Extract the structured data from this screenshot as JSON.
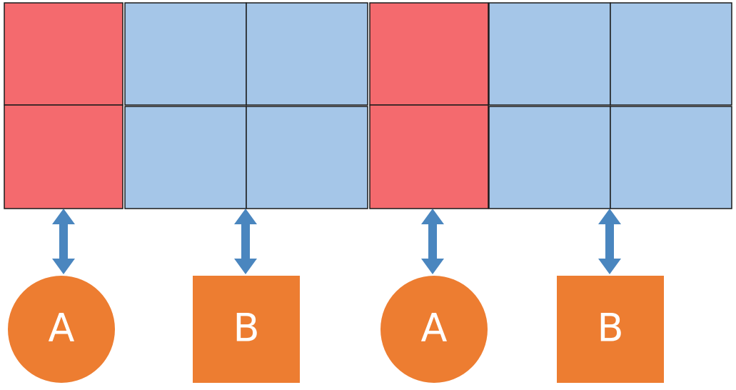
{
  "colors": {
    "red_cell": "#F46A6E",
    "blue_cell": "#A5C6E8",
    "cell_border": "#1A1A1A",
    "arrow": "#4A86BF",
    "node_fill": "#ED7D31",
    "label": "#FFFFFF",
    "background": "#FFFFFF"
  },
  "grid": {
    "rows": 2,
    "groups": [
      {
        "kind": "red",
        "columns": 1
      },
      {
        "kind": "blue",
        "columns": 2
      },
      {
        "kind": "red",
        "columns": 1
      },
      {
        "kind": "blue",
        "columns": 2
      }
    ]
  },
  "nodes": [
    {
      "shape": "circle",
      "label": "A",
      "icon": "circle-node"
    },
    {
      "shape": "square",
      "label": "B",
      "icon": "square-node"
    },
    {
      "shape": "circle",
      "label": "A",
      "icon": "circle-node"
    },
    {
      "shape": "square",
      "label": "B",
      "icon": "square-node"
    }
  ],
  "arrows": [
    {
      "type": "double-headed",
      "icon": "double-arrow-icon"
    },
    {
      "type": "double-headed",
      "icon": "double-arrow-icon"
    },
    {
      "type": "double-headed",
      "icon": "double-arrow-icon"
    },
    {
      "type": "double-headed",
      "icon": "double-arrow-icon"
    }
  ]
}
